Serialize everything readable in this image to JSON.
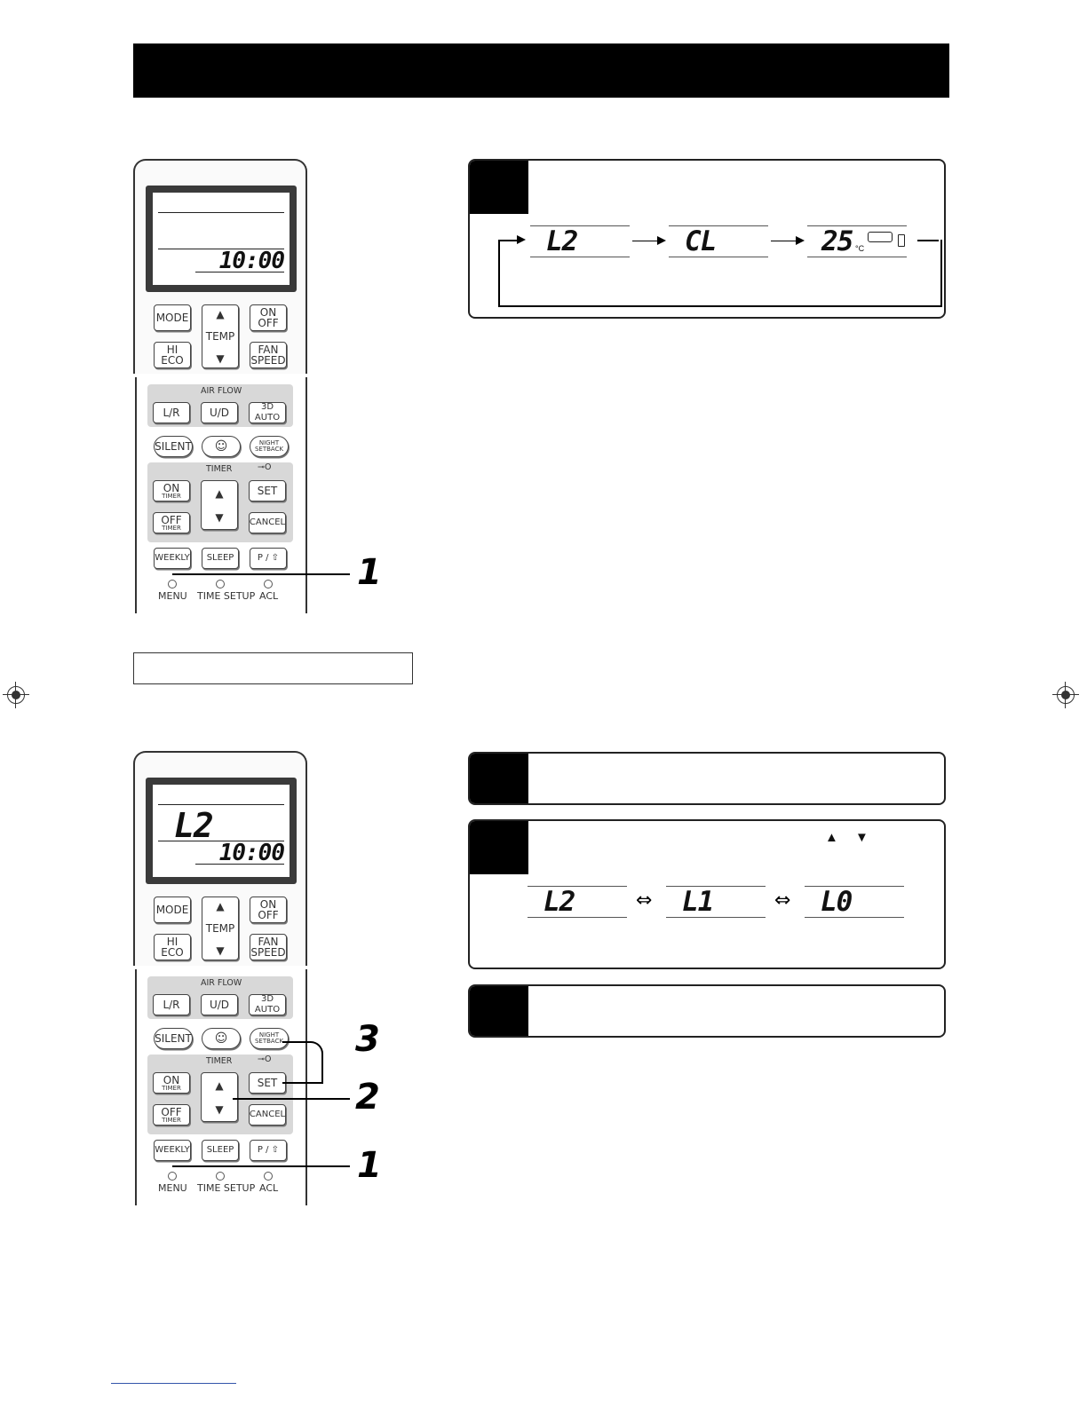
{
  "remote": {
    "time": "10:00",
    "lcd_code": "L2",
    "buttons": {
      "mode": "MODE",
      "temp": "TEMP",
      "temp_up": "▲",
      "temp_down": "▼",
      "on": "ON",
      "off": "OFF",
      "hi": "HI",
      "eco": "ECO",
      "fan": "FAN",
      "speed": "SPEED",
      "air_flow": "AIR FLOW",
      "lr": "L/R",
      "ud": "U/D",
      "auto3d": "3D AUTO",
      "silent": "SILENT",
      "night": "NIGHT",
      "setback": "SETBACK",
      "timer": "TIMER",
      "on_timer": "ON",
      "off_timer": "OFF",
      "timer_sub": "TIMER",
      "set": "SET",
      "cancel": "CANCEL",
      "weekly": "WEEKLY",
      "sleep": "SLEEP",
      "power": "P / ⇧",
      "menu": "MENU",
      "time_setup": "TIME SETUP",
      "acl": "ACL"
    }
  },
  "callouts": {
    "one": "1",
    "two": "2",
    "three": "3"
  },
  "sequence": {
    "d1": "L2",
    "d2": "CL",
    "d3": "25",
    "d3_unit": "°C"
  },
  "levels": {
    "l2": "L2",
    "l1": "L1",
    "l0": "L0",
    "sep": "⇔",
    "up_arrow": "▲",
    "down_arrow": "▼"
  }
}
